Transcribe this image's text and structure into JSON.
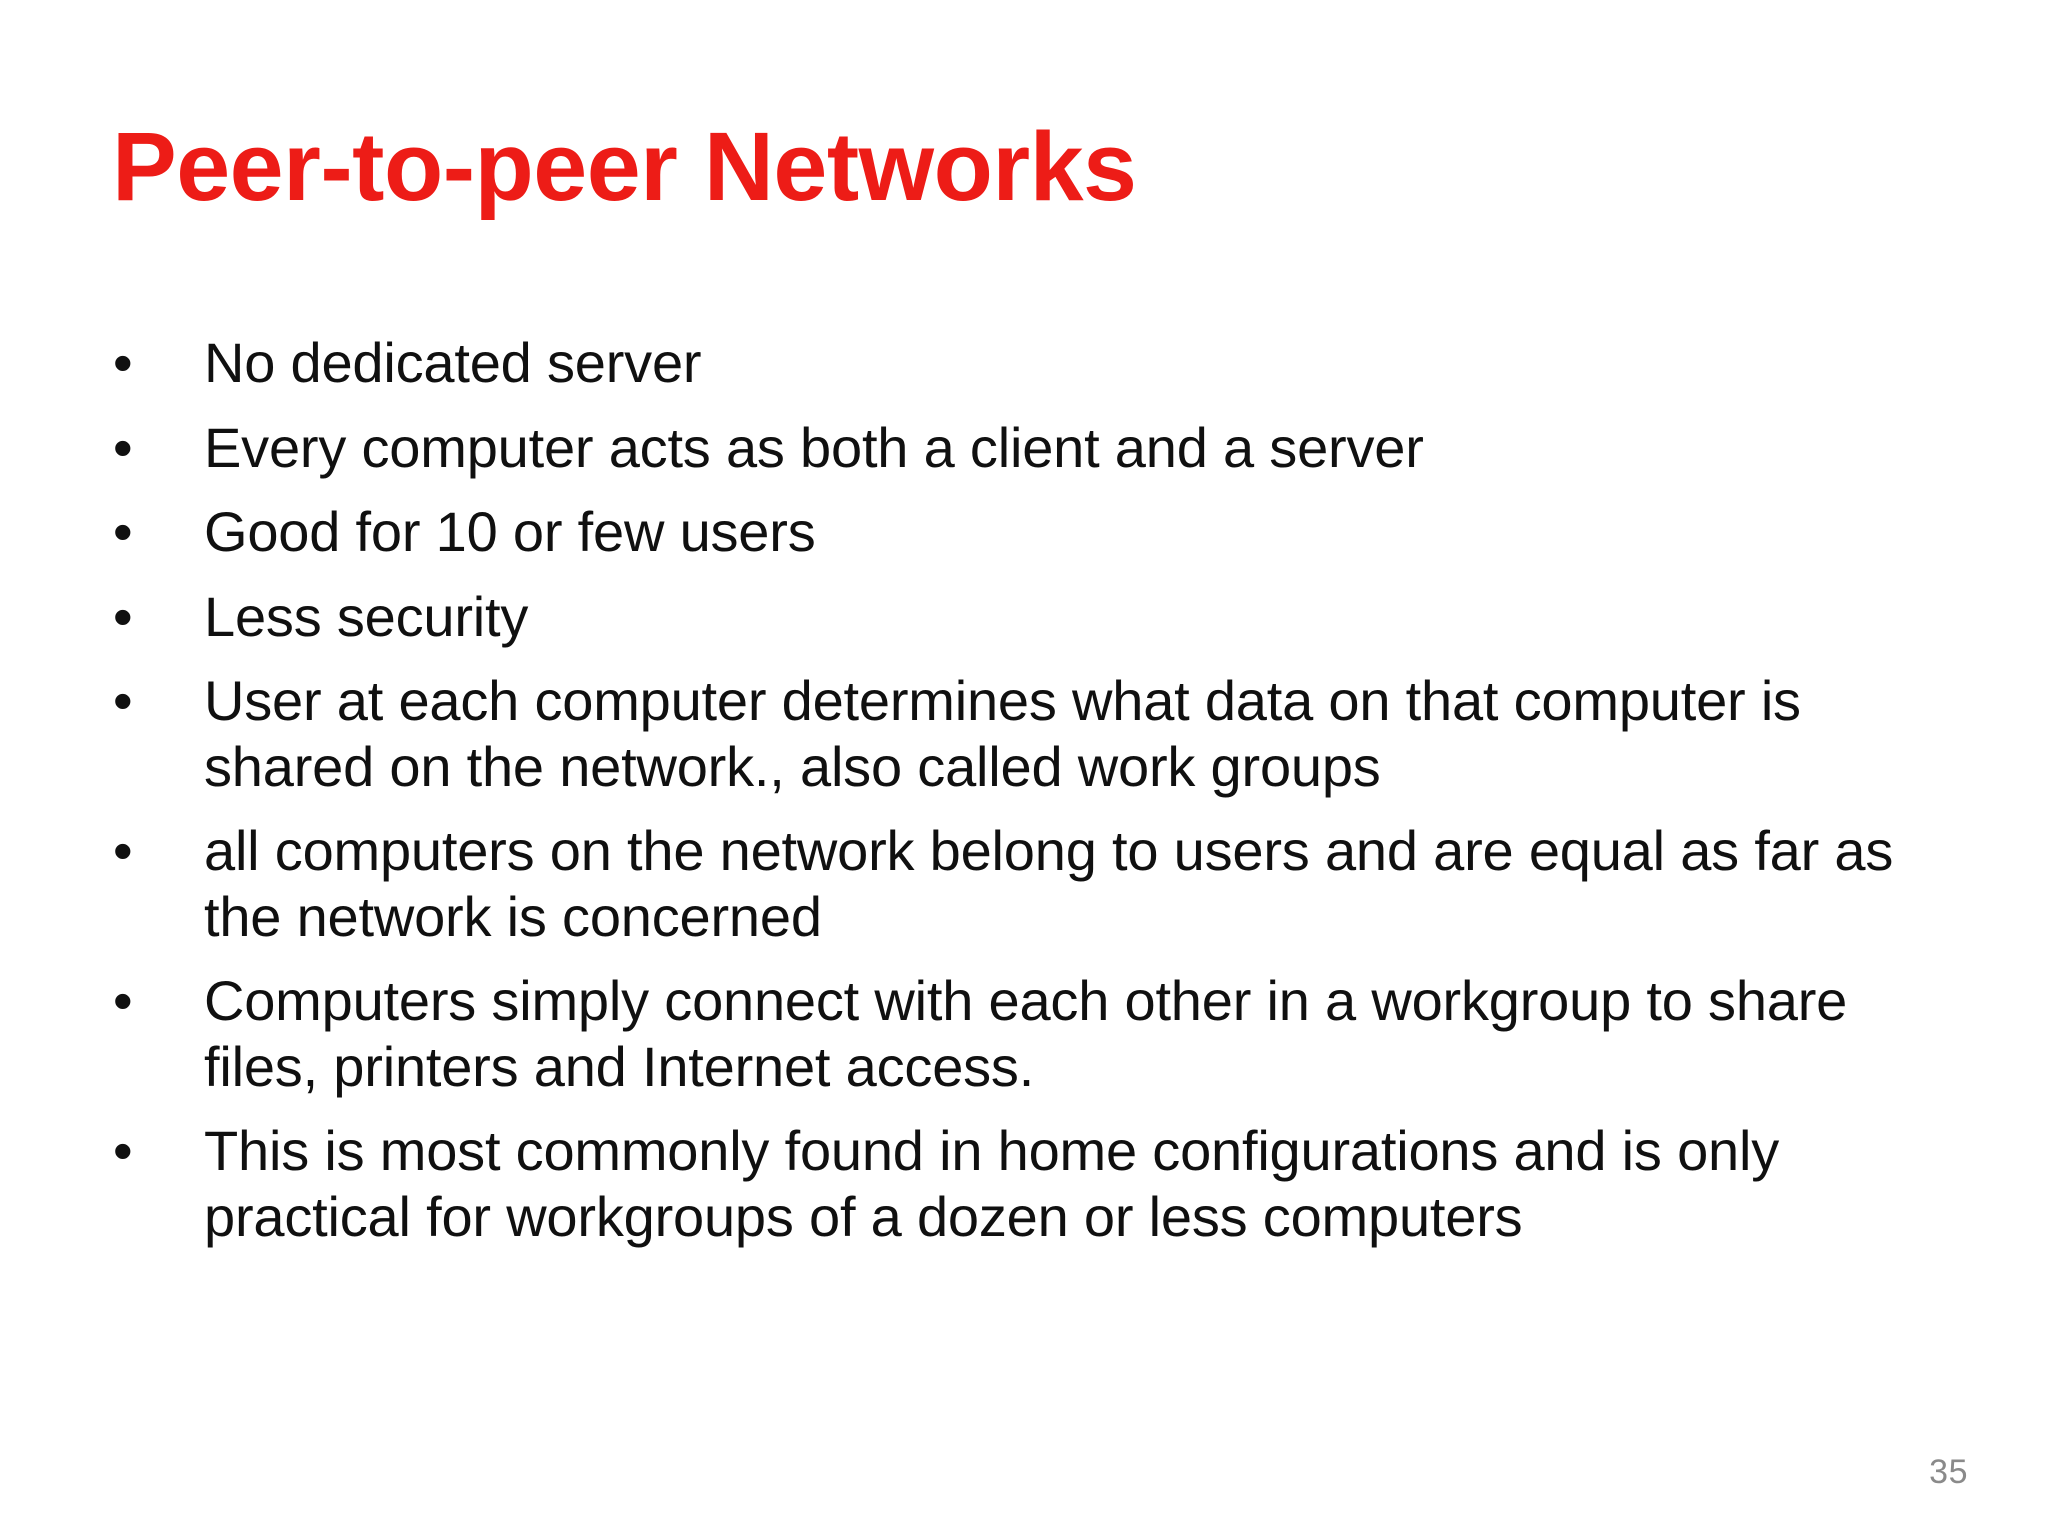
{
  "slide": {
    "title": "Peer-to-peer Networks",
    "title_color": "#ED1C17",
    "background_color": "#FFFFFF",
    "body_text_color": "#101010",
    "slide_number": "35",
    "slide_number_color": "#8A8A8A",
    "bullet_marker": "•",
    "bullets": [
      {
        "text": "No dedicated server"
      },
      {
        "text": "Every computer acts as both a client and a server"
      },
      {
        "text": "Good for 10 or few users"
      },
      {
        "text": "Less security"
      },
      {
        "text": "User at each computer determines what data on that computer is shared on the network., also called work groups"
      },
      {
        "text": "all computers on the network belong to users and are equal as far as the network is concerned"
      },
      {
        "text": "Computers simply connect with each other in a workgroup to share files, printers and Internet access."
      },
      {
        "text": " This is most commonly found in home configurations and is only practical for workgroups of a dozen or less computers"
      }
    ]
  }
}
